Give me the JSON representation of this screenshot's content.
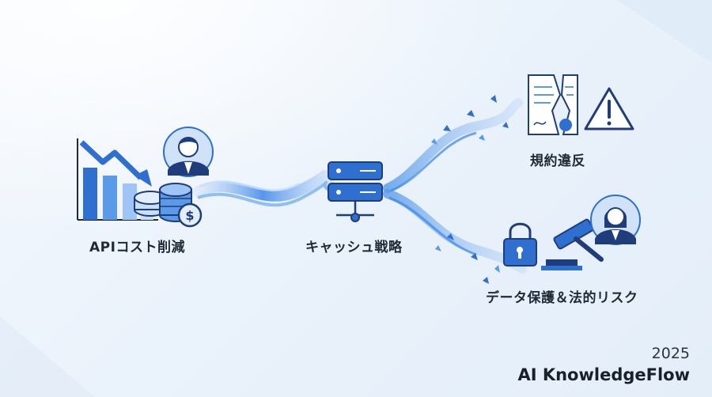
{
  "nodes": {
    "api_cost": {
      "label": "APIコスト削減"
    },
    "cache": {
      "label": "キャッシュ戦略"
    },
    "terms": {
      "label": "規約違反"
    },
    "data_protection": {
      "label": "データ保護＆法的リスク"
    }
  },
  "branding": {
    "year": "2025",
    "name": "AI KnowledgeFlow"
  },
  "colors": {
    "primary": "#2f6fd0",
    "dark": "#1f3d7a",
    "light": "#9ec5f5",
    "warning": "#3a6fd1"
  }
}
